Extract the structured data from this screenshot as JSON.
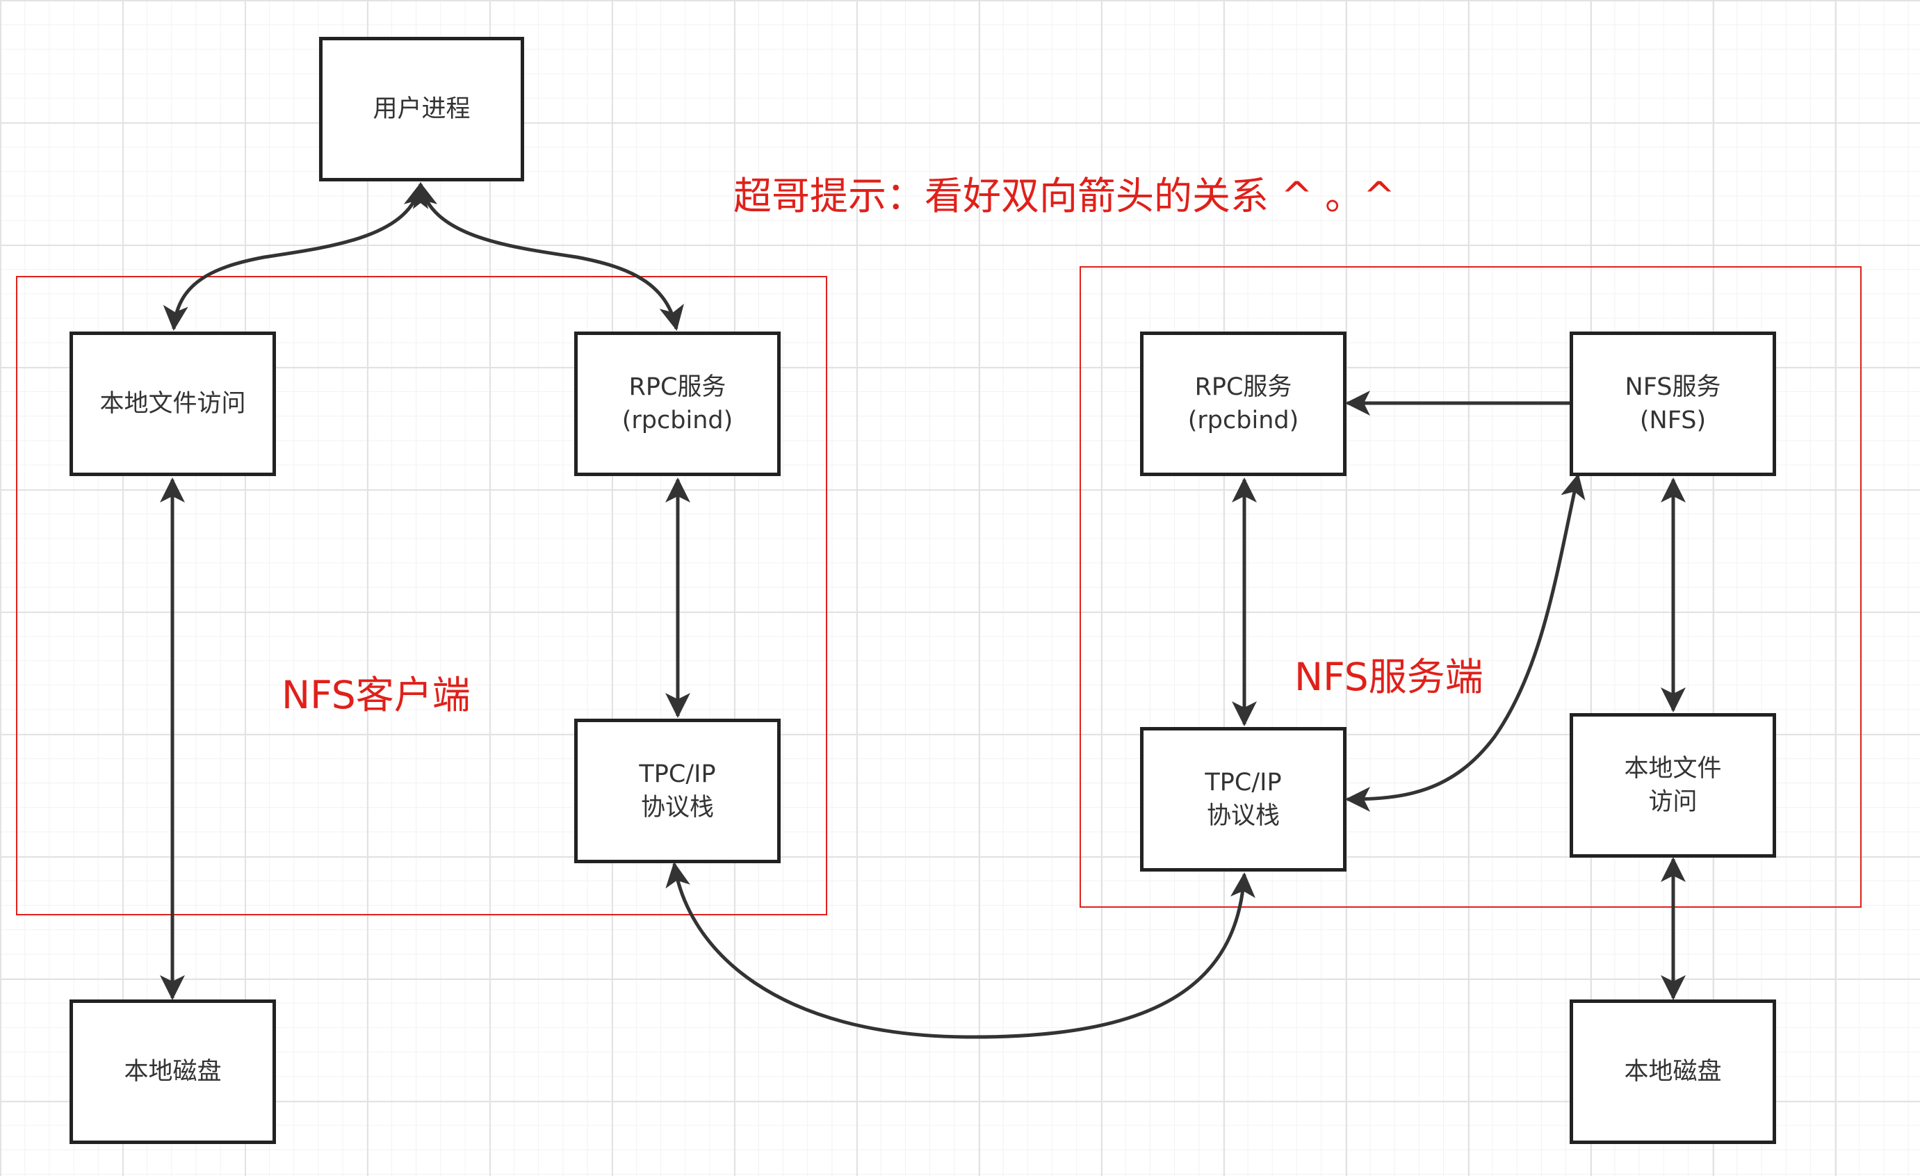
{
  "colors": {
    "accent_red": "#e0201a",
    "line": "#333333",
    "box_border": "#222222",
    "grid": "#e2e2e2"
  },
  "tip": "超哥提示：看好双向箭头的关系  ^ 。^",
  "client": {
    "label": "NFS客户端",
    "nodes": {
      "user_process": "用户进程",
      "local_file_access": "本地文件访问",
      "rpc_service_line1": "RPC服务",
      "rpc_service_line2": "(rpcbind)",
      "tcpip_line1": "TPC/IP",
      "tcpip_line2": "协议栈",
      "local_disk": "本地磁盘"
    }
  },
  "server": {
    "label": "NFS服务端",
    "nodes": {
      "rpc_service_line1": "RPC服务",
      "rpc_service_line2": "(rpcbind)",
      "nfs_service_line1": "NFS服务",
      "nfs_service_line2": "(NFS)",
      "tcpip_line1": "TPC/IP",
      "tcpip_line2": "协议栈",
      "local_file_access_line1": "本地文件",
      "local_file_access_line2": "访问",
      "local_disk": "本地磁盘"
    }
  },
  "edges": [
    {
      "from": "user_process",
      "to": "client.local_file_access",
      "direction": "both"
    },
    {
      "from": "user_process",
      "to": "client.rpc_service",
      "direction": "both"
    },
    {
      "from": "client.local_file_access",
      "to": "client.local_disk",
      "direction": "both"
    },
    {
      "from": "client.rpc_service",
      "to": "client.tcpip",
      "direction": "both"
    },
    {
      "from": "client.tcpip",
      "to": "server.tcpip",
      "direction": "both"
    },
    {
      "from": "server.nfs_service",
      "to": "server.rpc_service",
      "direction": "forward"
    },
    {
      "from": "server.rpc_service",
      "to": "server.tcpip",
      "direction": "both"
    },
    {
      "from": "server.nfs_service",
      "to": "server.tcpip",
      "direction": "both"
    },
    {
      "from": "server.nfs_service",
      "to": "server.local_file_access",
      "direction": "both"
    },
    {
      "from": "server.local_file_access",
      "to": "server.local_disk",
      "direction": "both"
    }
  ]
}
